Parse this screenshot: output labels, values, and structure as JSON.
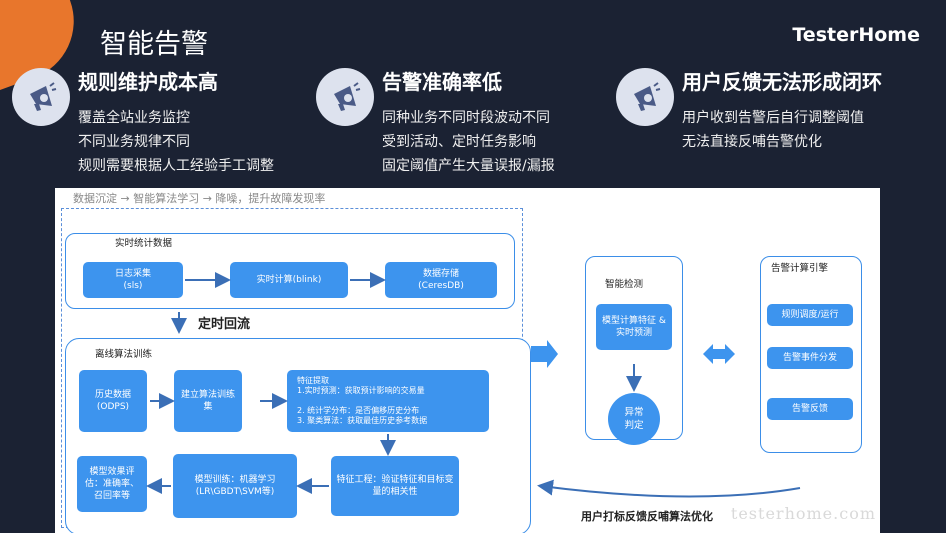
{
  "slide": {
    "title": "智能告警",
    "brand": "TesterHome"
  },
  "issues": [
    {
      "heading": "规则维护成本高",
      "lines": [
        "覆盖全站业务监控",
        "不同业务规律不同",
        "规则需要根据人工经验手工调整"
      ]
    },
    {
      "heading": "告警准确率低",
      "lines": [
        "同种业务不同时段波动不同",
        "受到活动、定时任务影响",
        "固定阈值产生大量误报/漏报"
      ]
    },
    {
      "heading": "用户反馈无法形成闭环",
      "lines": [
        "用户收到告警后自行调整阈值",
        "无法直接反哺告警优化"
      ]
    }
  ],
  "diagram": {
    "flow_text": "数据沉淀 → 智能算法学习 → 降噪，提升故障发现率",
    "realtime": {
      "label": "实时统计数据",
      "boxes": [
        "日志采集\n(sls)",
        "实时计算(blink)",
        "数据存储\n(CeresDB)"
      ]
    },
    "sync_label": "定时回流",
    "offline": {
      "label": "离线算法训练",
      "history": "历史数据\n(ODPS)",
      "build": "建立算法训练\n集",
      "features": "特征提取\n1.实时预测：获取预计影响的交易量\n\n2. 统计学分布：是否偏移历史分布\n3. 聚类算法：获取最佳历史参考数据",
      "eng": "特征工程：验证特征和目标变\n量的相关性",
      "train": "模型训练：机器学习\n(LR\\GBDT\\SVM等)",
      "eval": "模型效果评\n估：准确率、\n召回率等"
    },
    "detect": {
      "label": "智能检测",
      "box": "模型计算特征 &\n实时预测",
      "judge": "异常\n判定"
    },
    "engine": {
      "label": "告警计算引擎",
      "items": [
        "规则调度/运行",
        "告警事件分发",
        "告警反馈"
      ]
    },
    "feedback_label": "用户打标反馈反哺算法优化",
    "watermark": "testerhome.com"
  }
}
